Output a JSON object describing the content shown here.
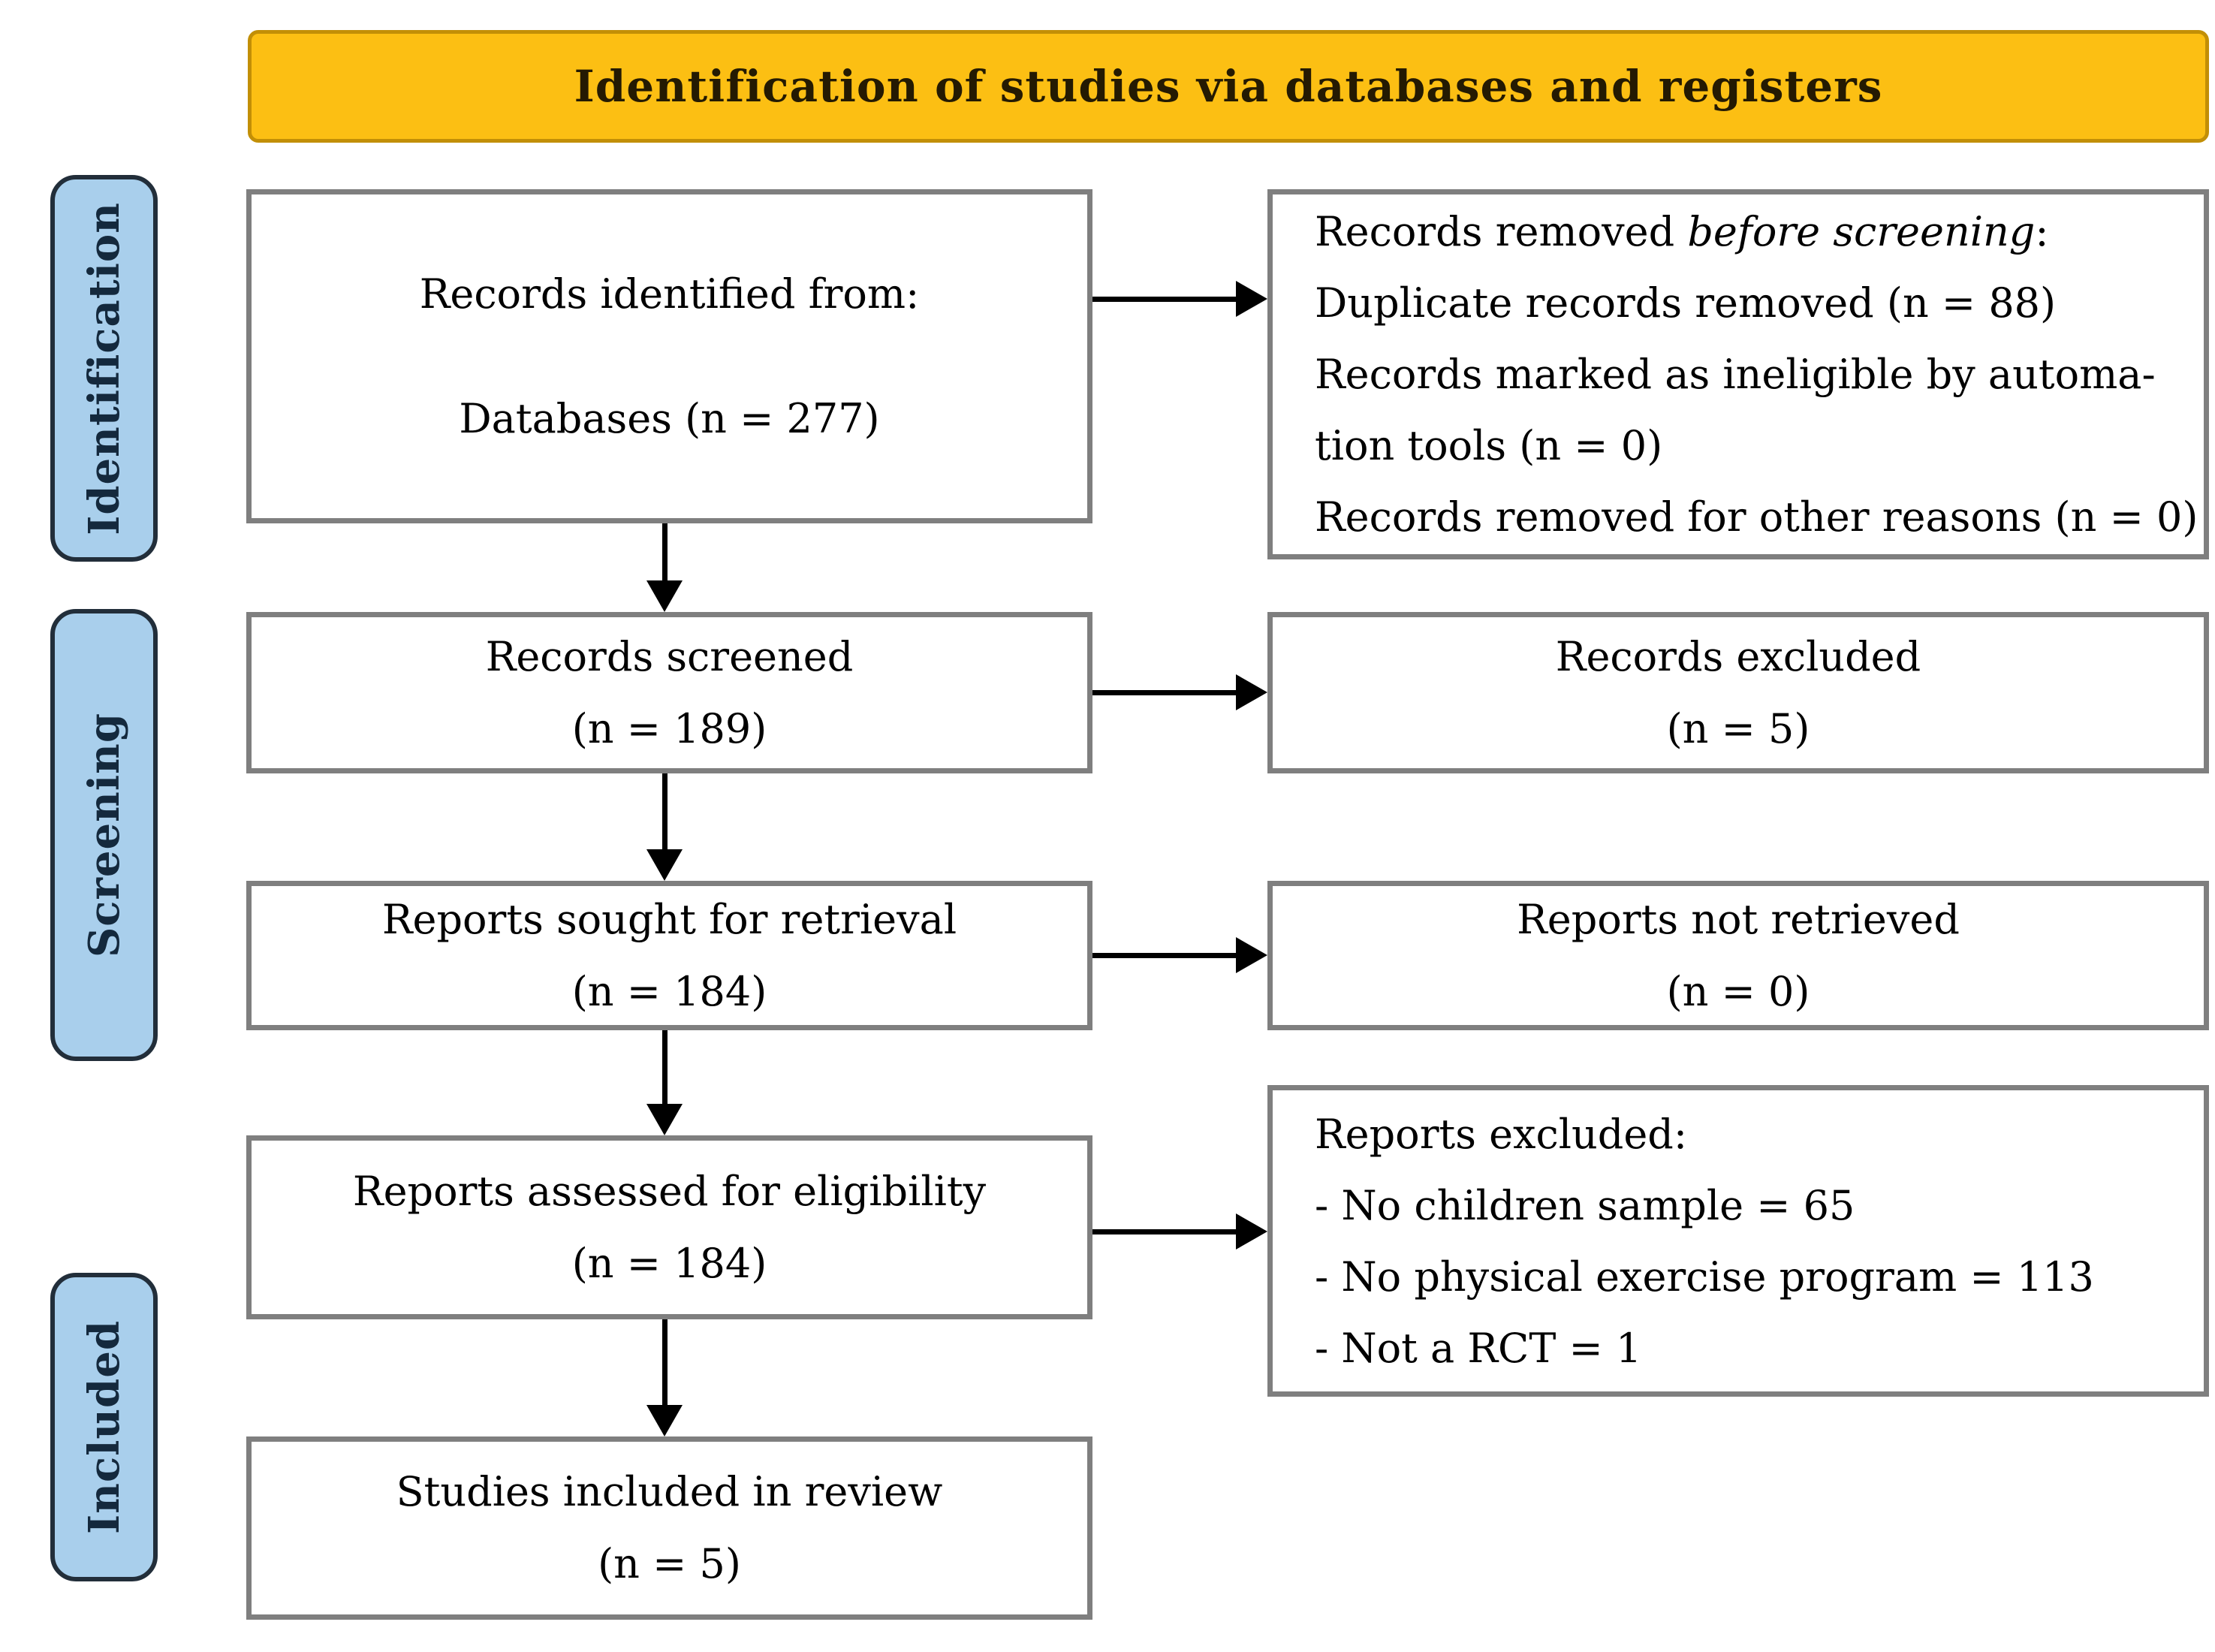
{
  "banner": {
    "label": "Identification of studies via databases and registers"
  },
  "stages": {
    "identification": "Identification",
    "screening": "Screening",
    "included": "Included"
  },
  "boxes": {
    "records_identified": {
      "line1": "Records identified from:",
      "line2": "Databases (n = 277)"
    },
    "records_removed": {
      "line1_prefix": "Records removed ",
      "line1_italic": "before screening",
      "line1_suffix": ":",
      "line2": "Duplicate records removed (n = 88)",
      "line3": "Records marked as ineligible by automa-",
      "line4": "tion tools (n = 0)",
      "line5": "Records removed for other reasons (n = 0)"
    },
    "records_screened": {
      "line1": "Records screened",
      "line2": "(n = 189)"
    },
    "records_excluded": {
      "line1": "Records excluded",
      "line2": "(n = 5)"
    },
    "reports_sought": {
      "line1": "Reports sought for retrieval",
      "line2": "(n = 184)"
    },
    "reports_not_retrieved": {
      "line1": "Reports not retrieved",
      "line2": "(n = 0)"
    },
    "reports_assessed": {
      "line1": "Reports assessed for eligibility",
      "line2": "(n = 184)"
    },
    "reports_excluded": {
      "line1": "Reports excluded:",
      "line2": "- No children sample = 65",
      "line3": "- No physical exercise program = 113",
      "line4": "- Not a RCT = 1"
    },
    "studies_included": {
      "line1": "Studies included in review",
      "line2": "(n = 5)"
    }
  },
  "colors": {
    "banner_fill": "#FCBF13",
    "banner_border": "#C28F06",
    "banner_text": "#241A02",
    "stage_fill": "#A9CFEC",
    "stage_border": "#222E3A",
    "stage_text": "#14293D",
    "box_border": "#7F7F7F",
    "arrow_color": "#000000"
  }
}
